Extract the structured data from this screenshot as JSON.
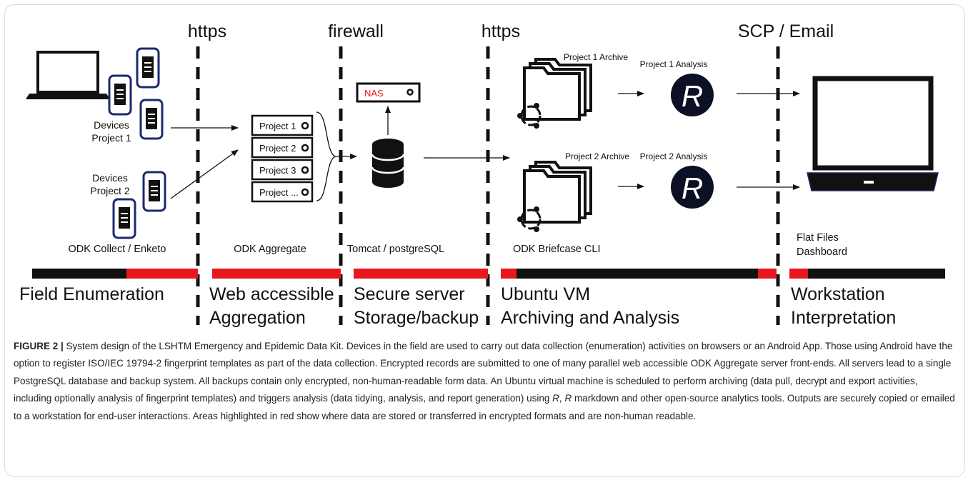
{
  "boundaries": [
    {
      "label": "https"
    },
    {
      "label": "firewall"
    },
    {
      "label": "https"
    },
    {
      "label": "SCP / Email"
    }
  ],
  "devices": {
    "project1_line1": "Devices",
    "project1_line2": "Project 1",
    "project2_line1": "Devices",
    "project2_line2": "Project 2"
  },
  "aggregate_projects": [
    "Project 1",
    "Project 2",
    "Project 3",
    "Project ..."
  ],
  "nas_label": "NAS",
  "archives": [
    "Project 1 Archive",
    "Project 2 Archive"
  ],
  "analyses": [
    "Project 1 Analysis",
    "Project 2 Analysis"
  ],
  "r_glyph": "R",
  "components": {
    "collect": "ODK Collect / Enketo",
    "aggregate": "ODK Aggregate",
    "server": "Tomcat / postgreSQL",
    "briefcase": "ODK Briefcase  CLI",
    "flat_files": "Flat Files",
    "dashboard": "Dashboard"
  },
  "stages": {
    "field_enumeration": "Field Enumeration",
    "web_line1": "Web accessible",
    "web_line2": "Aggregation",
    "secure_line1": "Secure server",
    "secure_line2": "Storage/backup",
    "ubuntu_line1": "Ubuntu VM",
    "ubuntu_line2": "Archiving and Analysis",
    "workstation_line1": "Workstation",
    "workstation_line2": "Interpretation"
  },
  "colors": {
    "encrypted": "#e8171e",
    "plain": "#111111",
    "outline": "#1b2a6b",
    "nas_text": "#e8171e"
  },
  "caption": {
    "label": "FIGURE 2 |",
    "part1": " System design of the LSHTM Emergency and Epidemic Data Kit. Devices in the field are used to carry out data collection (enumeration) activities on browsers or an Android App. Those using Android have the option to register ISO/IEC 19794-2 fingerprint templates as part of the data collection. Encrypted records are submitted to one of many parallel web accessible ODK Aggregate server front-ends. All servers lead to a single PostgreSQL database and backup system. All backups contain only encrypted, non-human-readable form data. An Ubuntu virtual machine is scheduled to perform archiving (data pull, decrypt and export activities, including optionally analysis of fingerprint templates) and triggers analysis (data tidying, analysis, and report generation) using ",
    "r1": "R",
    "part2": ", ",
    "r2": "R",
    "part3": " markdown and other open-source analytics tools. Outputs are securely copied or emailed to a workstation for end-user interactions. Areas highlighted in red show where data are stored or transferred in encrypted formats and are non-human readable."
  }
}
